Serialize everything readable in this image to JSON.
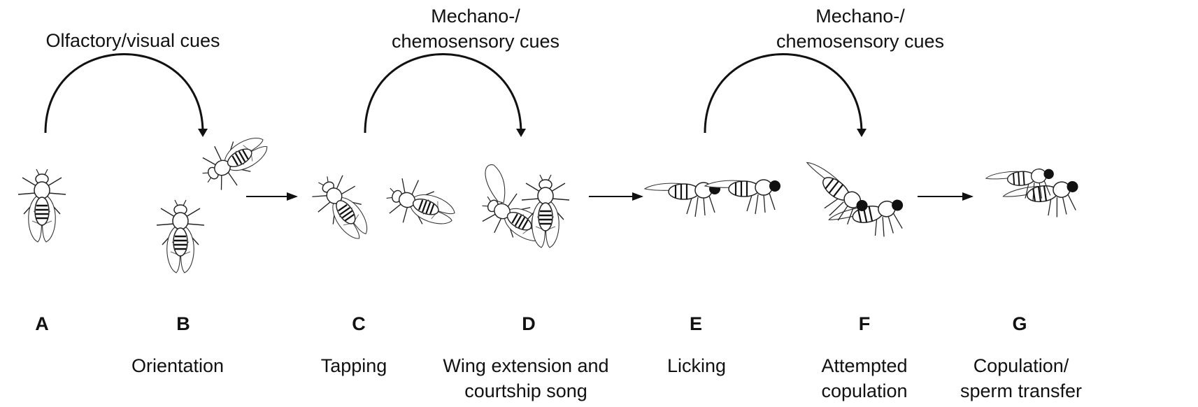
{
  "cues": [
    {
      "text": "Olfactory/visual cues"
    },
    {
      "line1": "Mechano-/",
      "line2": "chemosensory cues"
    },
    {
      "line1": "Mechano-/",
      "line2": "chemosensory cues"
    }
  ],
  "stages": [
    {
      "letter": "A",
      "line1": "",
      "line2": ""
    },
    {
      "letter": "B",
      "line1": "Orientation",
      "line2": ""
    },
    {
      "letter": "C",
      "line1": "Tapping",
      "line2": ""
    },
    {
      "letter": "D",
      "line1": "Wing extension and",
      "line2": "courtship song"
    },
    {
      "letter": "E",
      "line1": "Licking",
      "line2": ""
    },
    {
      "letter": "F",
      "line1": "Attempted",
      "line2": "copulation"
    },
    {
      "letter": "G",
      "line1": "Copulation/",
      "line2": "sperm transfer"
    }
  ]
}
